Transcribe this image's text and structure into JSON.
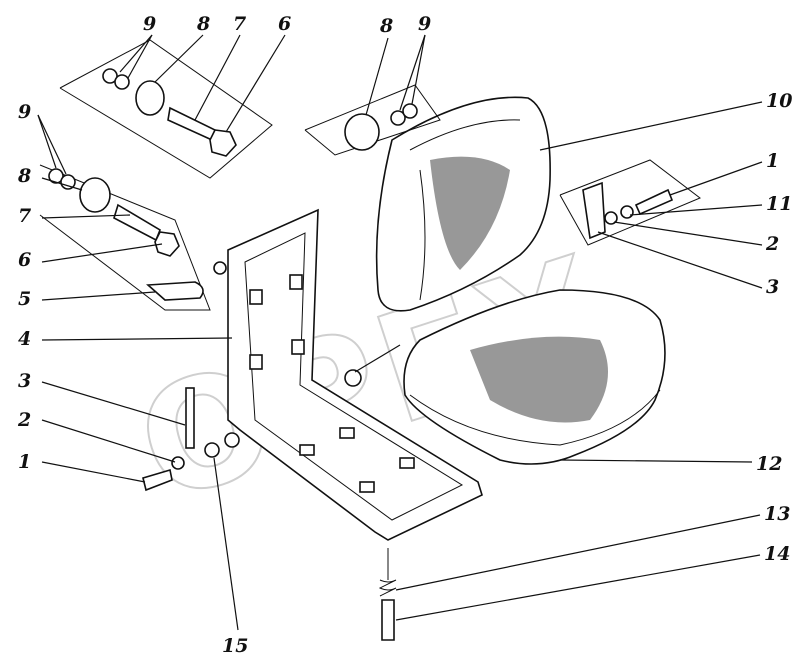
{
  "diagram": {
    "watermark": "OPEX",
    "callouts": [
      {
        "id": "label-9-top-left",
        "text": "9"
      },
      {
        "id": "label-8-top-left",
        "text": "8"
      },
      {
        "id": "label-7-top-left",
        "text": "7"
      },
      {
        "id": "label-6-top-left",
        "text": "6"
      },
      {
        "id": "label-8-top-mid",
        "text": "8"
      },
      {
        "id": "label-9-top-mid",
        "text": "9"
      },
      {
        "id": "label-10",
        "text": "10"
      },
      {
        "id": "label-1-right",
        "text": "1"
      },
      {
        "id": "label-11",
        "text": "11"
      },
      {
        "id": "label-2-right",
        "text": "2"
      },
      {
        "id": "label-3-right",
        "text": "3"
      },
      {
        "id": "label-9-left",
        "text": "9"
      },
      {
        "id": "label-8-left",
        "text": "8"
      },
      {
        "id": "label-7-left",
        "text": "7"
      },
      {
        "id": "label-6-left",
        "text": "6"
      },
      {
        "id": "label-5",
        "text": "5"
      },
      {
        "id": "label-4",
        "text": "4"
      },
      {
        "id": "label-3-left",
        "text": "3"
      },
      {
        "id": "label-2-left",
        "text": "2"
      },
      {
        "id": "label-1-left",
        "text": "1"
      },
      {
        "id": "label-12",
        "text": "12"
      },
      {
        "id": "label-13",
        "text": "13"
      },
      {
        "id": "label-14",
        "text": "14"
      },
      {
        "id": "label-15",
        "text": "15"
      }
    ]
  }
}
